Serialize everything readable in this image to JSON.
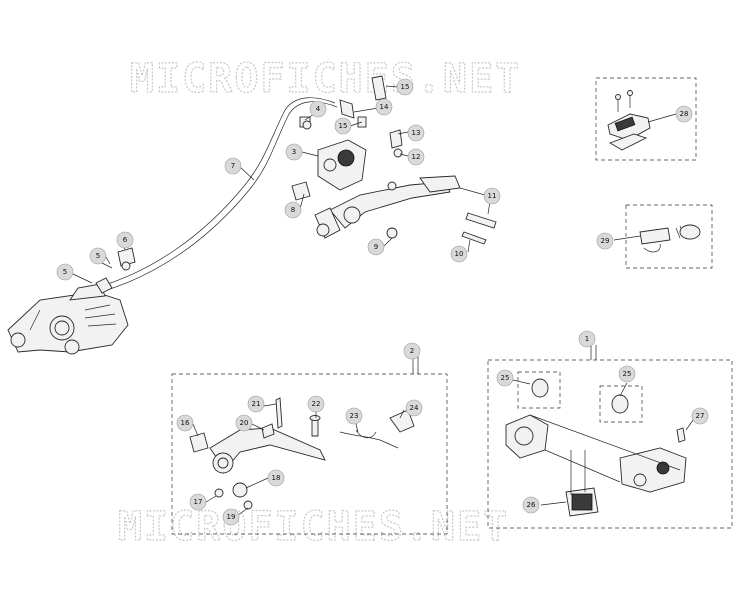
{
  "watermark": {
    "top": "MICROFICHES.NET",
    "bottom": "MICROFICHES.NET"
  },
  "callouts": {
    "c1": "1",
    "c2": "2",
    "c3": "3",
    "c4": "4",
    "c5a": "5",
    "c5b": "5",
    "c6": "6",
    "c7": "7",
    "c8": "8",
    "c9": "9",
    "c10": "10",
    "c11": "11",
    "c12": "12",
    "c13": "13",
    "c14": "14",
    "c15a": "15",
    "c15b": "15",
    "c16": "16",
    "c17": "17",
    "c18": "18",
    "c19": "19",
    "c20": "20",
    "c21": "21",
    "c22": "22",
    "c23": "23",
    "c24": "24",
    "c25a": "25",
    "c25b": "25",
    "c26": "26",
    "c27": "27",
    "c28": "28",
    "c29": "29"
  }
}
